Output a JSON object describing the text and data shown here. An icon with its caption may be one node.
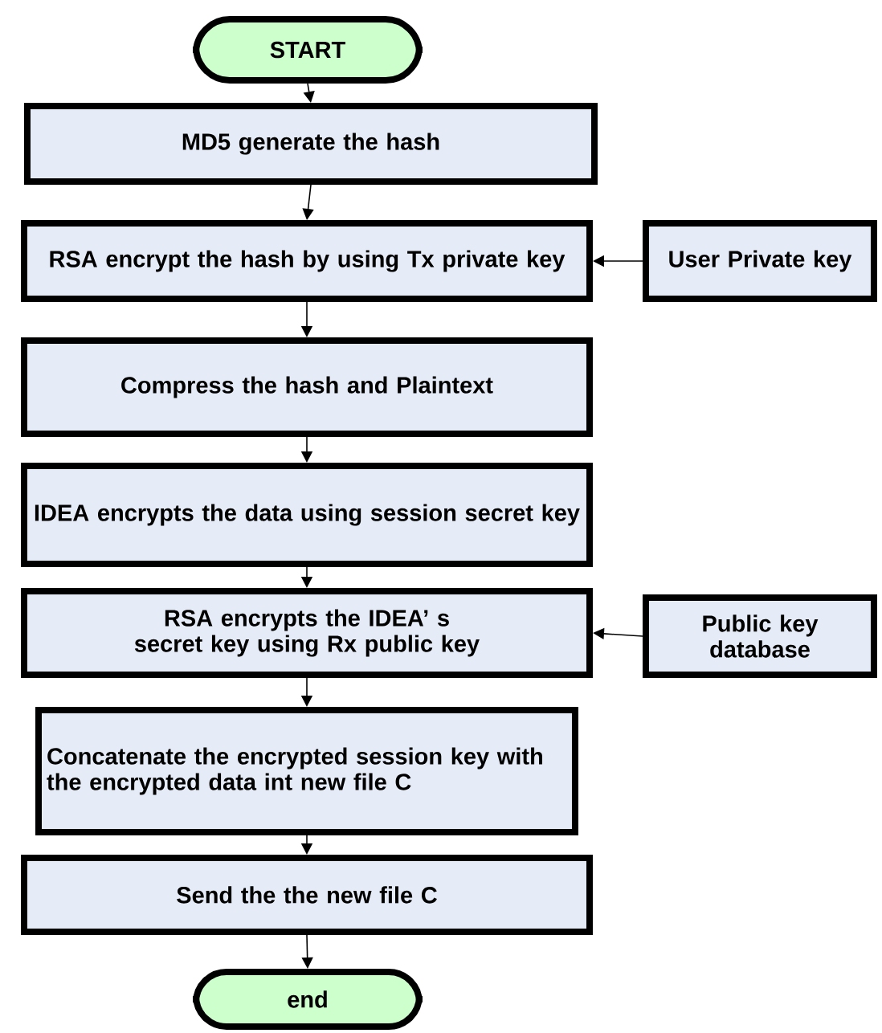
{
  "diagram": {
    "nodes": [
      {
        "text": [
          "START"
        ]
      },
      {
        "text": [
          "MD5 generate the hash"
        ]
      },
      {
        "text": [
          "RSA encrypt the hash by using Tx private key"
        ]
      },
      {
        "text": [
          "User Private key"
        ]
      },
      {
        "text": [
          "Compress the hash and Plaintext"
        ]
      },
      {
        "text": [
          "IDEA encrypts the data using session secret key"
        ]
      },
      {
        "text": [
          "RSA encrypts the IDEA’ s secret key using Rx public key"
        ]
      },
      {
        "text": [
          "Public key database"
        ]
      },
      {
        "text": [
          "Concatenate the encrypted session key with the encrypted data int new file C"
        ]
      },
      {
        "text": [
          "Send the the new file C"
        ]
      },
      {
        "text": [
          "end"
        ]
      }
    ],
    "edges": [
      {
        "from": 0,
        "to": 1,
        "arrow": "to"
      },
      {
        "from": 1,
        "to": 2,
        "arrow": "to"
      },
      {
        "from": 3,
        "to": 2,
        "arrow": "to"
      },
      {
        "from": 2,
        "to": 4,
        "arrow": "to"
      },
      {
        "from": 4,
        "to": 5,
        "arrow": "to"
      },
      {
        "from": 5,
        "to": 6,
        "arrow": "to"
      },
      {
        "from": 7,
        "to": 6,
        "arrow": "to"
      },
      {
        "from": 6,
        "to": 8,
        "arrow": "to"
      },
      {
        "from": 8,
        "to": 9,
        "arrow": "to"
      },
      {
        "from": 9,
        "to": 10,
        "arrow": "to"
      }
    ]
  }
}
